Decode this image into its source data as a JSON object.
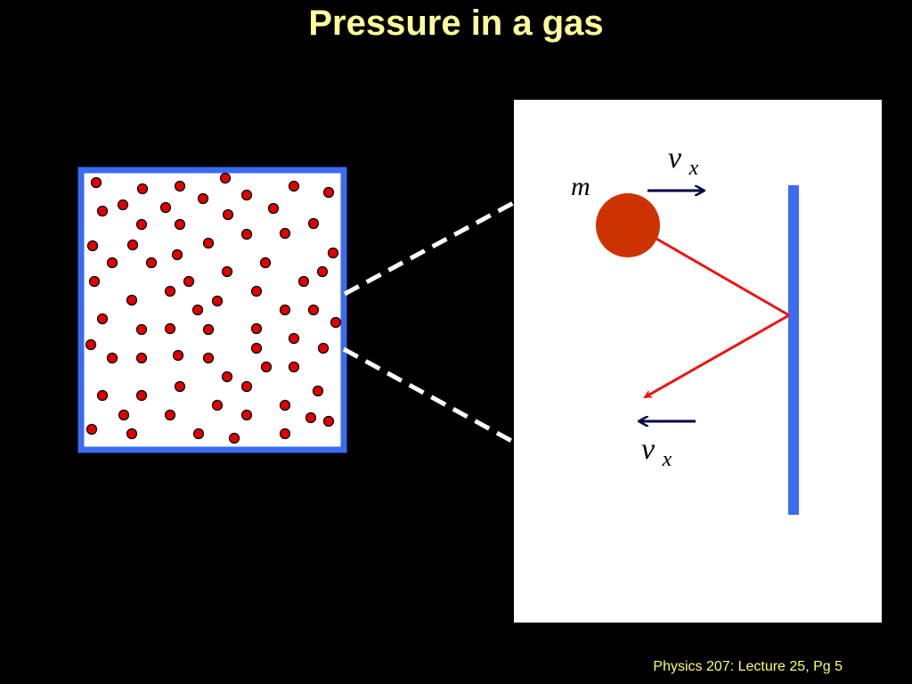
{
  "slide": {
    "title": "Pressure in a gas",
    "footer": "Physics 207: Lecture 25, Pg 5"
  },
  "diagram": {
    "mass_label": "m",
    "velocity_symbol": "v",
    "velocity_subscript": "x",
    "colors": {
      "background": "#000000",
      "title": "#ffff99",
      "footer": "#ffff66",
      "container_border": "#3a6cf0",
      "molecule_fill": "#dd0000",
      "ball_fill": "#cc3300",
      "trajectory": "#ee1111",
      "wall": "#3a6cf0",
      "velocity_arrow": "#000044",
      "zoom_lines": "#ffffff"
    },
    "icons": {
      "container": "gas-container-box",
      "molecule": "gas-molecule-dot",
      "wall": "wall-bar",
      "ball": "molecule-ball"
    }
  }
}
